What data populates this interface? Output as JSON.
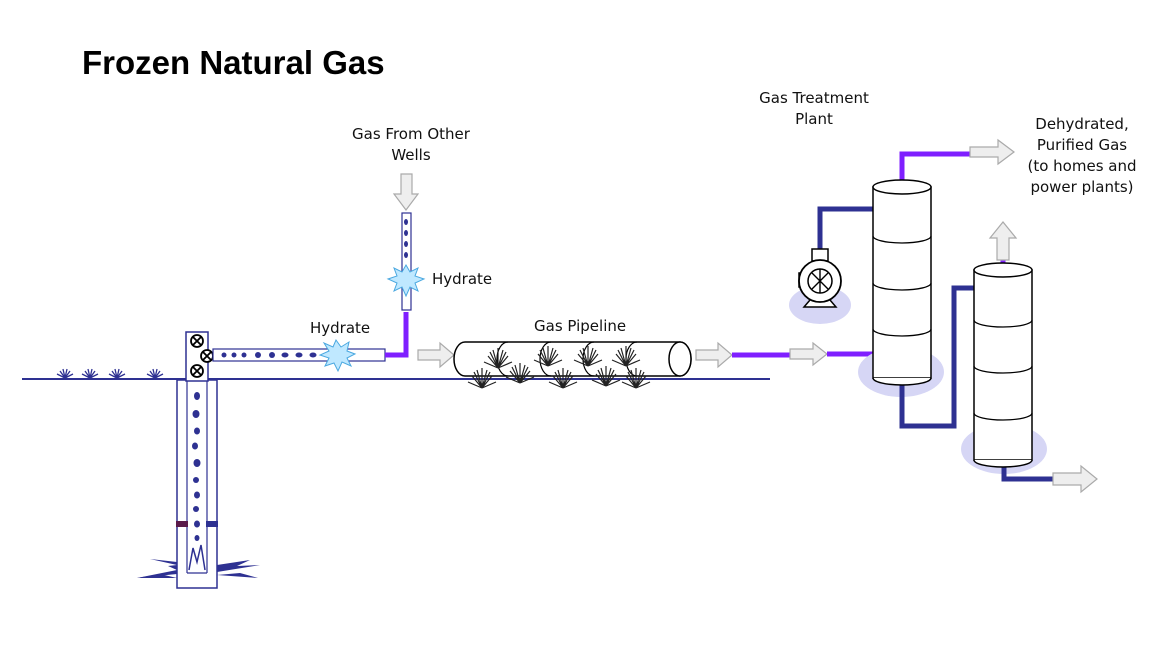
{
  "title": "Frozen Natural Gas",
  "labels": {
    "other_wells_line1": "Gas From Other",
    "other_wells_line2": "Wells",
    "hydrate_upper": "Hydrate",
    "hydrate_lower": "Hydrate",
    "pipeline": "Gas Pipeline",
    "treatment_line1": "Gas Treatment",
    "treatment_line2": "Plant",
    "output_line1": "Dehydrated,",
    "output_line2": "Purified Gas",
    "output_line3": "(to homes and",
    "output_line4": "power plants)"
  },
  "colors": {
    "navy": "#2e3192",
    "purple": "#7f1fff",
    "halo": "#d6d6f5",
    "hydrate": "#bfe8ff",
    "arrow_fill": "#eeeeee",
    "arrow_stroke": "#aaaaaa"
  },
  "icons": [
    "valve-icon",
    "hydrate-burst-icon",
    "grass-icon",
    "pump-icon",
    "flow-arrow-icon"
  ]
}
